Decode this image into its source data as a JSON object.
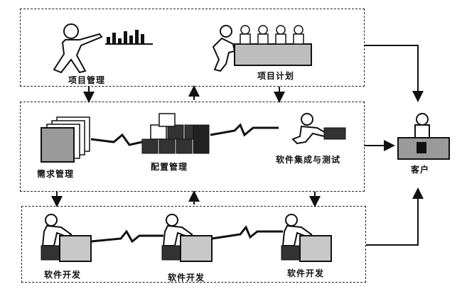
{
  "diagram": {
    "top": {
      "project_management": "项目管理",
      "project_plan": "项目计划"
    },
    "middle": {
      "requirements_management": "需求管理",
      "configuration_management": "配置管理",
      "integration_testing": "软件集成与测试"
    },
    "bottom": {
      "dev_1": "软件开发",
      "dev_2": "软件开发",
      "dev_3": "软件开发"
    },
    "customer": "客户"
  },
  "icons": {
    "walking_pointer": "person-pointing-icon",
    "chart": "bar-chart-icon",
    "pushing_team": "team-pushing-table-icon",
    "documents": "document-stack-icon",
    "blocks": "block-stack-icon",
    "lifting": "person-lifting-box-icon",
    "developer": "developer-at-desk-icon",
    "customer": "customer-at-desk-icon"
  }
}
